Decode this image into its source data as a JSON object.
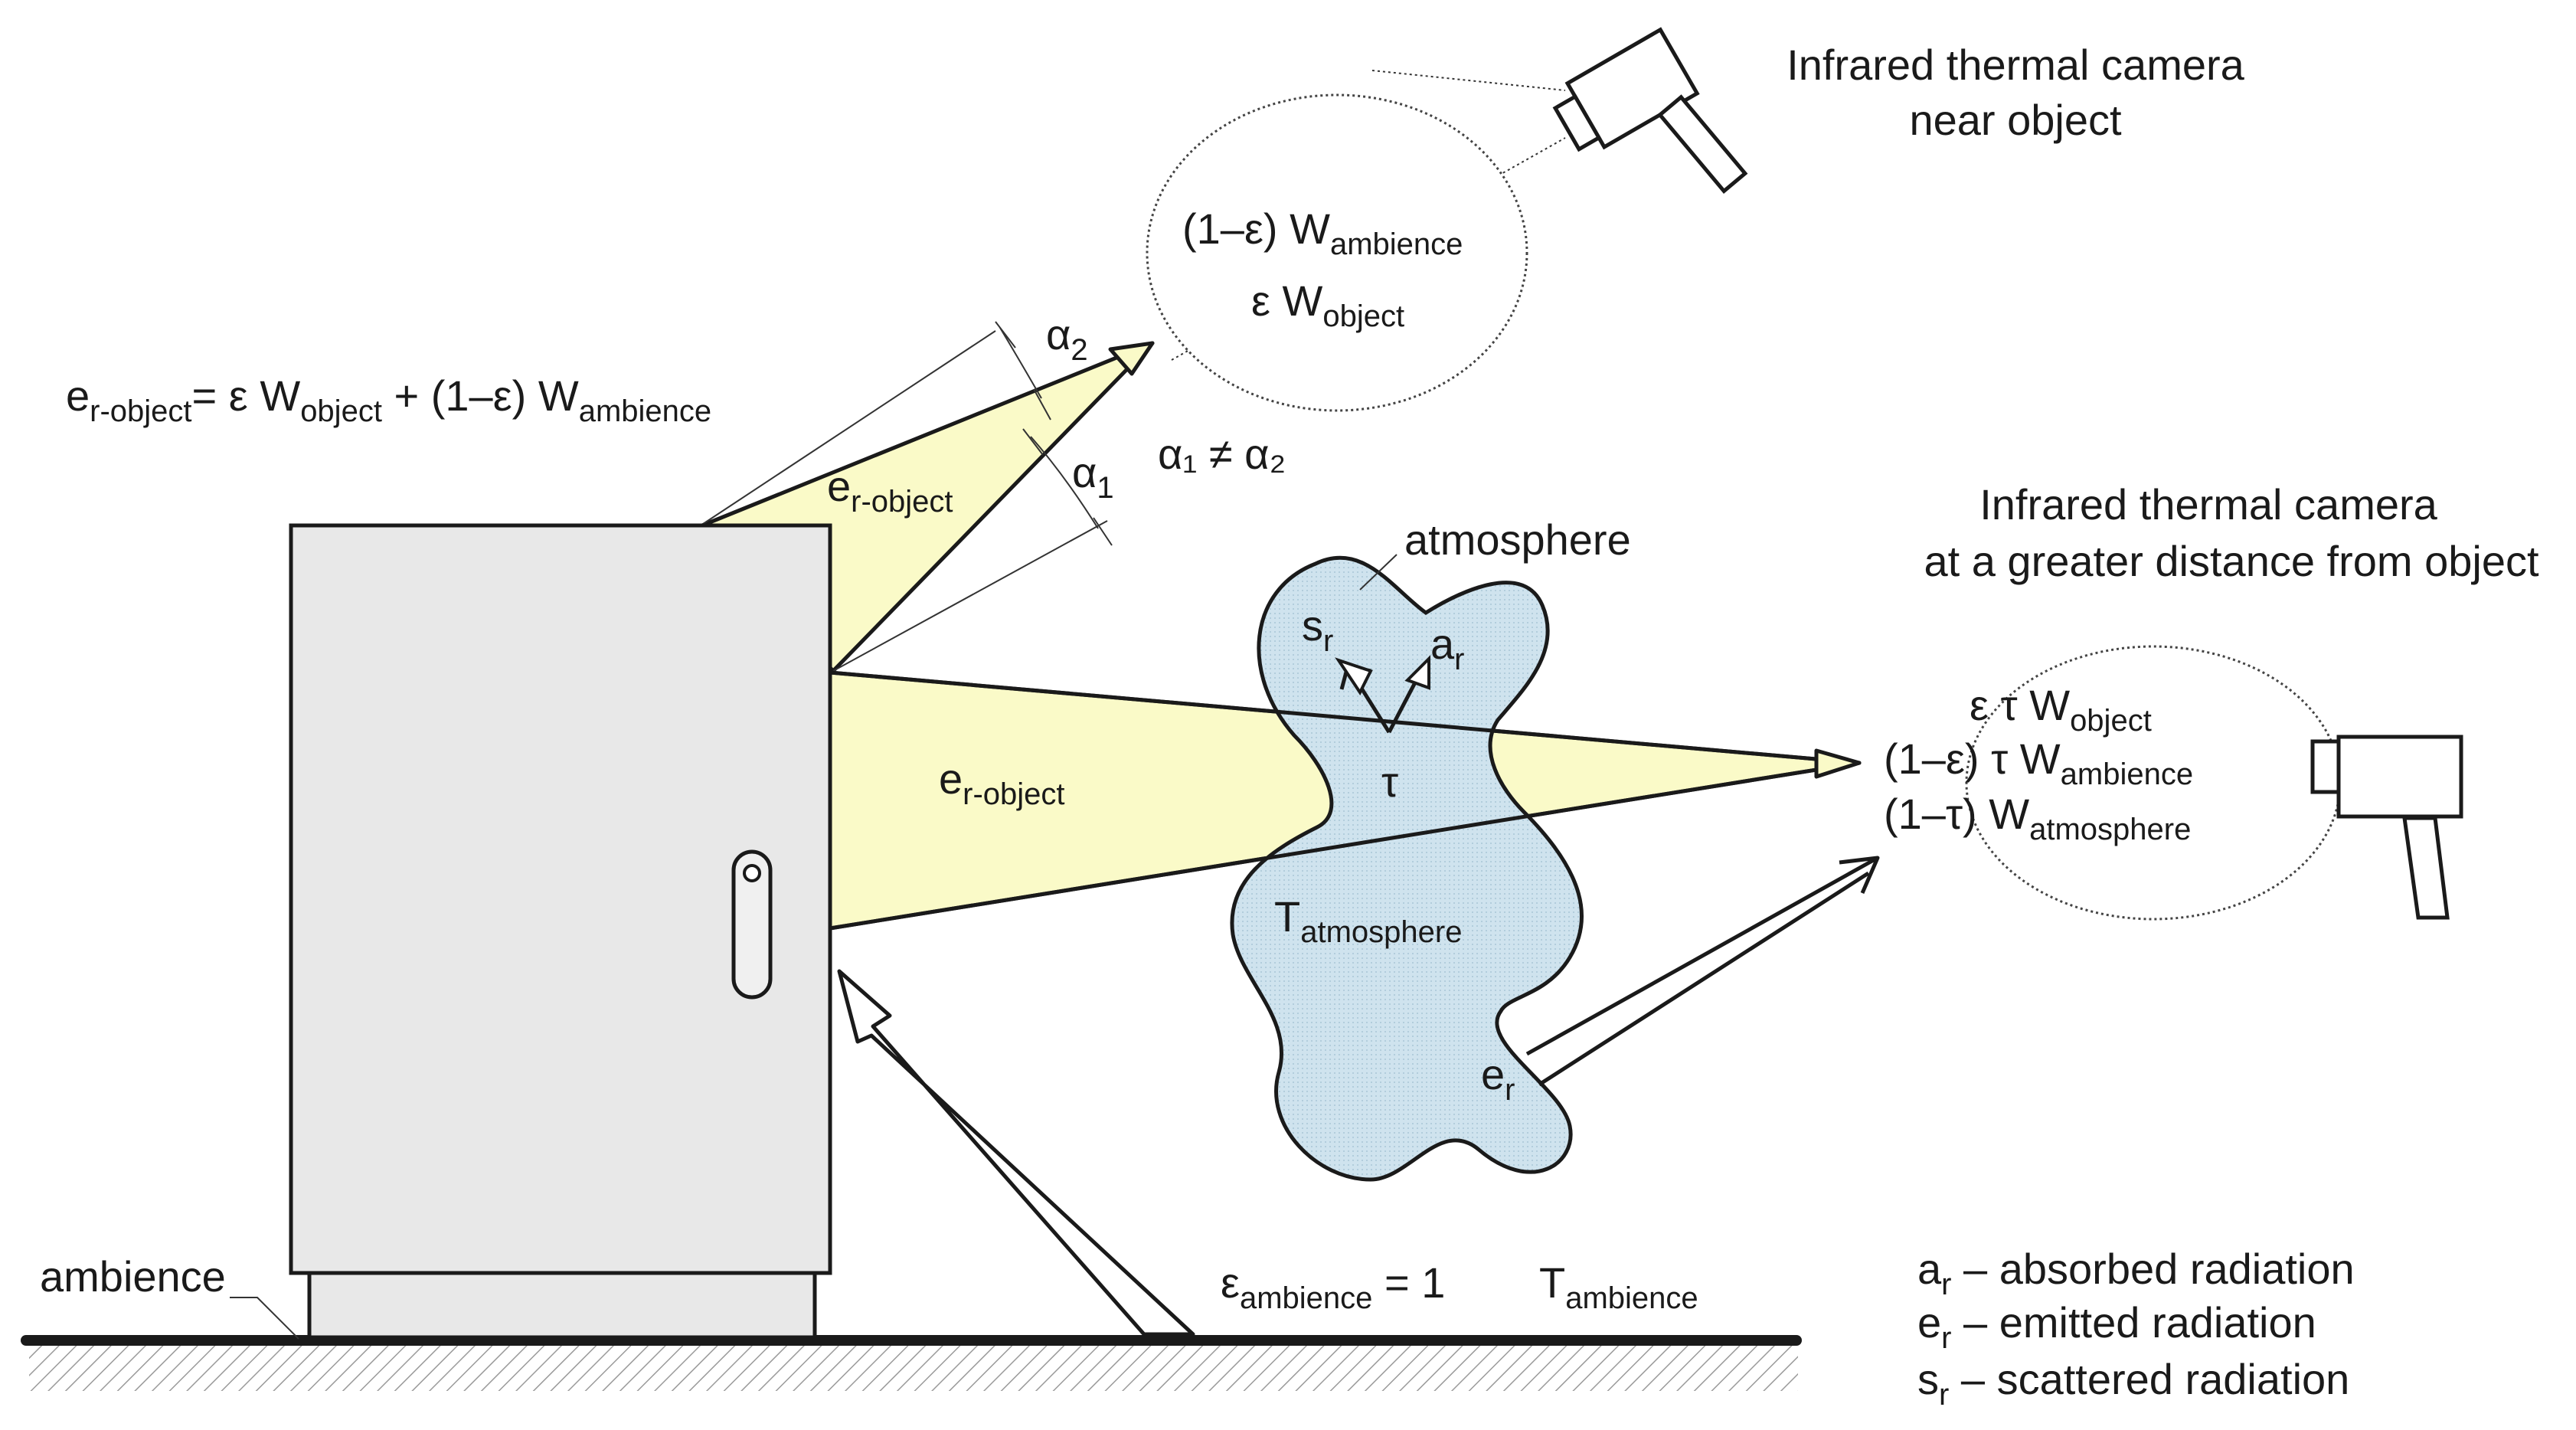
{
  "labels": {
    "camera_near_line1": "Infrared thermal camera",
    "camera_near_line2": "near object",
    "camera_far_line1": "Infrared thermal camera",
    "camera_far_line2": "at a greater distance from object",
    "atmosphere": "atmosphere",
    "ambience": "ambience",
    "alpha_neq": "α₁ ≠ α₂"
  },
  "formula_main": {
    "e": "e",
    "e_sub": "r-object",
    "eq": "= ε W",
    "w1_sub": "object",
    "plus": " + (1–ε) W",
    "w2_sub": "ambience"
  },
  "near_bubble": {
    "line1_main": "(1–ε) W",
    "line1_sub": "ambience",
    "line2_main": "ε W",
    "line2_sub": "object"
  },
  "far_bubble": {
    "line1_main": "ε τ W",
    "line1_sub": "object",
    "line2_main": "(1–ε) τ W",
    "line2_sub": "ambience",
    "line3_main": "(1–τ) W",
    "line3_sub": "atmosphere"
  },
  "angles": {
    "a1": "α",
    "a1_sub": "1",
    "a2": "α",
    "a2_sub": "2"
  },
  "beams": {
    "upper_main": "e",
    "upper_sub": "r-object",
    "lower_main": "e",
    "lower_sub": "r-object"
  },
  "atmo": {
    "s": "s",
    "s_sub": "r",
    "a": "a",
    "a_sub": "r",
    "tau": "τ",
    "T": "T",
    "T_sub": "atmosphere",
    "e": "e",
    "e_sub": "r"
  },
  "ambient": {
    "eps": "ε",
    "eps_sub": "ambience",
    "eps_val": " = 1",
    "T": "T",
    "T_sub": "ambience"
  },
  "legend": [
    {
      "sym": "a",
      "sub": "r",
      "text": " – absorbed radiation"
    },
    {
      "sym": "e",
      "sub": "r",
      "text": " – emitted radiation"
    },
    {
      "sym": "s",
      "sub": "r",
      "text": " – scattered radiation"
    }
  ],
  "colors": {
    "beam": "#fafac8",
    "atmosphere": "#cfe3ee",
    "cabinet": "#e8e8e8",
    "stroke": "#1a1a1a"
  }
}
